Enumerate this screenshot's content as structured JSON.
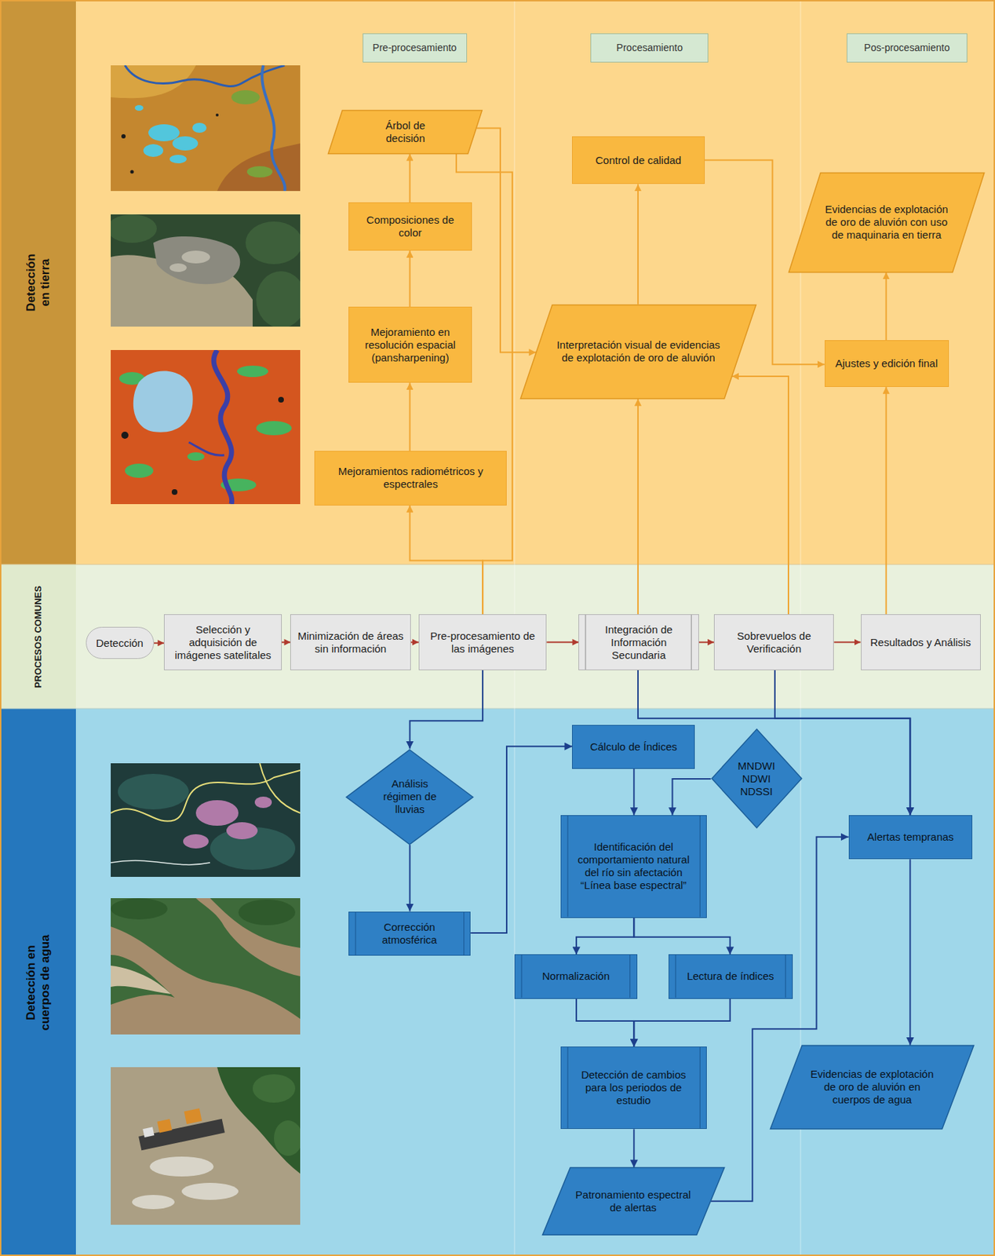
{
  "diagram": {
    "nodes": [
      {
        "text": [
          "Detección en tierra"
        ]
      },
      {
        "text": [
          "Pre-procesamiento"
        ],
        "in": 0
      },
      {
        "text": [
          "Procesamiento"
        ],
        "in": 0
      },
      {
        "text": [
          "Pos-procesamiento"
        ],
        "in": 0
      },
      {
        "text": [
          "Árbol de decisión"
        ],
        "in": 0
      },
      {
        "text": [
          "Control de calidad"
        ],
        "in": 0
      },
      {
        "text": [
          "Evidencias de explotación de oro de aluvión con uso de maquinaria en tierra"
        ],
        "in": 0
      },
      {
        "text": [
          "Composiciones de color"
        ],
        "in": 0
      },
      {
        "text": [
          "Mejoramiento en resolución espacial (pansharpening)"
        ],
        "in": 0
      },
      {
        "text": [
          "Interpretación visual de evidencias de explotación de oro de aluvión"
        ],
        "in": 0
      },
      {
        "text": [
          "Ajustes y edición final"
        ],
        "in": 0
      },
      {
        "text": [
          "Mejoramientos radiométricos y espectrales"
        ],
        "in": 0
      },
      {
        "text": [
          "PROCESOS COMUNES"
        ]
      },
      {
        "text": [
          "Detección"
        ],
        "in": 12
      },
      {
        "text": [
          "Selección y adquisición de imágenes satelitales"
        ],
        "in": 12
      },
      {
        "text": [
          "Minimización de áreas sin información"
        ],
        "in": 12
      },
      {
        "text": [
          "Pre-procesamiento de las imágenes"
        ],
        "in": 12
      },
      {
        "text": [
          "Integración de Información Secundaria"
        ],
        "in": 12
      },
      {
        "text": [
          "Sobrevuelos de Verificación"
        ],
        "in": 12
      },
      {
        "text": [
          "Resultados y Análisis"
        ],
        "in": 12
      },
      {
        "text": [
          "Detección en cuerpos de agua"
        ]
      },
      {
        "text": [
          "Análisis régimen de lluvias"
        ],
        "in": 20
      },
      {
        "text": [
          "Cálculo de Índices"
        ],
        "in": 20
      },
      {
        "text": [
          "MNDWI NDWI NDSSI"
        ],
        "in": 20
      },
      {
        "text": [
          "Alertas tempranas"
        ],
        "in": 20
      },
      {
        "text": [
          "Identificación del comportamiento natural del río sin afectación “Línea base espectral”"
        ],
        "in": 20
      },
      {
        "text": [
          "Corrección atmosférica"
        ],
        "in": 20
      },
      {
        "text": [
          "Normalización"
        ],
        "in": 20
      },
      {
        "text": [
          "Lectura de índices"
        ],
        "in": 20
      },
      {
        "text": [
          "Detección de cambios para los periodos de estudio"
        ],
        "in": 20
      },
      {
        "text": [
          "Evidencias de explotación de oro de aluvión en cuerpos de agua"
        ],
        "in": 20
      },
      {
        "text": [
          "Patronamiento espectral de alertas"
        ],
        "in": 20
      }
    ],
    "edges": [
      {
        "from": 13,
        "to": 14,
        "arrow": "to"
      },
      {
        "from": 14,
        "to": 15,
        "arrow": "to"
      },
      {
        "from": 15,
        "to": 16,
        "arrow": "to"
      },
      {
        "from": 16,
        "to": 17,
        "arrow": "to"
      },
      {
        "from": 17,
        "to": 18,
        "arrow": "to"
      },
      {
        "from": 18,
        "to": 19,
        "arrow": "to"
      },
      {
        "from": 16,
        "to": 11,
        "arrow": "to"
      },
      {
        "from": 16,
        "to": 4,
        "arrow": "none"
      },
      {
        "from": 11,
        "to": 8,
        "arrow": "to"
      },
      {
        "from": 8,
        "to": 7,
        "arrow": "to"
      },
      {
        "from": 7,
        "to": 4,
        "arrow": "to"
      },
      {
        "from": 4,
        "to": 9,
        "arrow": "to"
      },
      {
        "from": 9,
        "to": 5,
        "arrow": "to"
      },
      {
        "from": 5,
        "to": 10,
        "arrow": "to"
      },
      {
        "from": 18,
        "to": 9,
        "arrow": "to"
      },
      {
        "from": 17,
        "to": 9,
        "arrow": "to"
      },
      {
        "from": 19,
        "to": 10,
        "arrow": "to"
      },
      {
        "from": 10,
        "to": 6,
        "arrow": "to"
      },
      {
        "from": 16,
        "to": 21,
        "arrow": "to"
      },
      {
        "from": 21,
        "to": 26,
        "arrow": "to"
      },
      {
        "from": 26,
        "to": 22,
        "arrow": "to"
      },
      {
        "from": 22,
        "to": 25,
        "arrow": "to"
      },
      {
        "from": 23,
        "to": 25,
        "arrow": "to"
      },
      {
        "from": 25,
        "to": 27,
        "arrow": "to"
      },
      {
        "from": 25,
        "to": 28,
        "arrow": "to"
      },
      {
        "from": 27,
        "to": 29,
        "arrow": "to"
      },
      {
        "from": 28,
        "to": 29,
        "arrow": "to"
      },
      {
        "from": 29,
        "to": 31,
        "arrow": "to"
      },
      {
        "from": 31,
        "to": 24,
        "arrow": "to"
      },
      {
        "from": 17,
        "to": 24,
        "arrow": "to"
      },
      {
        "from": 18,
        "to": 24,
        "arrow": "to"
      },
      {
        "from": 24,
        "to": 30,
        "arrow": "to"
      }
    ]
  }
}
